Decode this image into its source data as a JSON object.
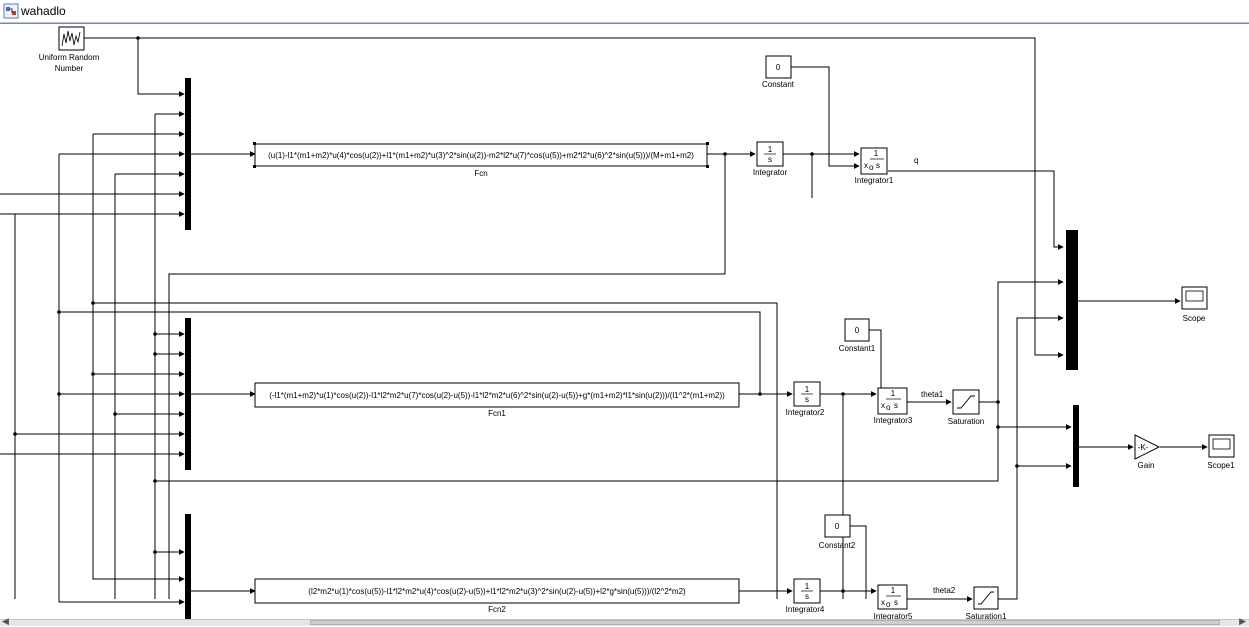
{
  "window": {
    "title": "wahadlo"
  },
  "blocks": {
    "random": {
      "line1": "Uniform Random",
      "line2": "Number"
    },
    "fcn": {
      "name": "Fcn",
      "expr": "(u(1)-l1*(m1+m2)*u(4)*cos(u(2))+l1*(m1+m2)*u(3)^2*sin(u(2))-m2*l2*u(7)*cos(u(5))+m2*l2*u(6)^2*sin(u(5)))/(M+m1+m2)"
    },
    "fcn1": {
      "name": "Fcn1",
      "expr": "(-l1*(m1+m2)*u(1)*cos(u(2))-l1*l2*m2*u(7)*cos(u(2)-u(5))-l1*l2*m2*u(6)^2*sin(u(2)-u(5))+g*(m1+m2)*l1*sin(u(2)))/(l1^2*(m1+m2))"
    },
    "fcn2": {
      "name": "Fcn2",
      "expr": "(l2*m2*u(1)*cos(u(5))-l1*l2*m2*u(4)*cos(u(2)-u(5))+l1*l2*m2*u(3)^2*sin(u(2)-u(5))+l2*g*sin(u(5)))/(l2^2*m2)"
    },
    "integrator": {
      "name": "Integrator",
      "num": "1",
      "den": "s"
    },
    "integrator1": {
      "name": "Integrator1",
      "num": "1",
      "den": "s"
    },
    "integrator2": {
      "name": "Integrator2",
      "num": "1",
      "den": "s"
    },
    "integrator3": {
      "name": "Integrator3",
      "num": "1",
      "den": "s"
    },
    "integrator4": {
      "name": "Integrator4",
      "num": "1",
      "den": "s"
    },
    "integrator5": {
      "name": "Integrator5",
      "num": "1",
      "den": "s"
    },
    "ic_port": "x",
    "ic_sub": "o",
    "constant": {
      "name": "Constant",
      "value": "0"
    },
    "constant1": {
      "name": "Constant1",
      "value": "0"
    },
    "constant2": {
      "name": "Constant2",
      "value": "0"
    },
    "saturation": {
      "name": "Saturation"
    },
    "saturation1": {
      "name": "Saturation1"
    },
    "gain": {
      "name": "Gain",
      "value": "-K-"
    },
    "scope": {
      "name": "Scope"
    },
    "scope1": {
      "name": "Scope1"
    }
  },
  "signals": {
    "q": "q",
    "theta1": "theta1",
    "theta2": "theta2"
  }
}
